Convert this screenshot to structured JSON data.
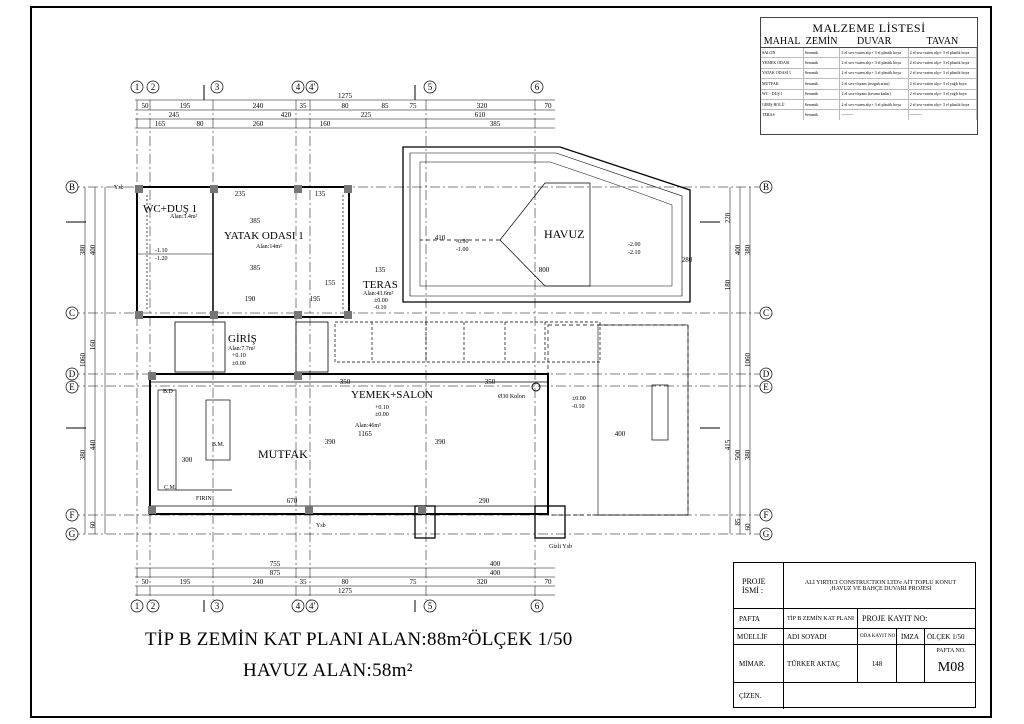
{
  "drawing": {
    "title_line1": "TİP B   ZEMİN KAT PLANI ALAN:88m²ÖLÇEK 1/50",
    "title_line2": "HAVUZ ALAN:58m²"
  },
  "materials": {
    "title": "MALZEME LİSTESİ",
    "headers": [
      "MAHAL",
      "ZEMİN",
      "DUVAR",
      "TAVAN"
    ],
    "rows": [
      {
        "mahal": "SALON",
        "zemin": "Seramik",
        "duvar": "2 el sıvı+saten alçı+ 3 el plastik boya",
        "tavan": "2 el sıvı+saten alçı+ 3 el plastik boya"
      },
      {
        "mahal": "YEMEK ODASI",
        "zemin": "Seramik",
        "duvar": "2 el sıvı+saten alçı+ 3 el plastik boya",
        "tavan": "2 el sıvı+saten alçı+ 3 el plastik boya"
      },
      {
        "mahal": "YATAK ODASI 1",
        "zemin": "Seramik",
        "duvar": "2 el sıvı+saten alçı+ 3 el plastik boya",
        "tavan": "2 el sıvı+saten alçı+ 3 el plastik boya"
      },
      {
        "mahal": "MUTFAK",
        "zemin": "Seramik",
        "duvar": "2 el sıvı+fayans (tezgah arası)",
        "tavan": "2 el sıvı+saten alçı+ 3 el yağlı boya"
      },
      {
        "mahal": "WC - DUŞ 1",
        "zemin": "Seramik",
        "duvar": "2 el sıvı+fayans (tavana kadar)",
        "tavan": "2 el sıvı+saten alçı+ 3 el yağlı boya"
      },
      {
        "mahal": "GİRİŞ HOLÜ",
        "zemin": "Seramik",
        "duvar": "2 el sıvı+saten alçı+ 3 el plastik boya",
        "tavan": "2 el sıvı+saten alçı+ 3 el plastik boya"
      },
      {
        "mahal": "TERAS",
        "zemin": "Seramik",
        "duvar": "---------",
        "tavan": "---------"
      }
    ]
  },
  "titleblock": {
    "proje_label": "PROJE İSMİ :",
    "proje_value": "ALİ YIRTICI CONSTRUCTION LTD'e AİT TOPLU KONUT ,HAVUZ VE BAHÇE DUVARI PROJESİ",
    "pafta_label": "PAFTA",
    "pafta_value": "TİP B ZEMİN KAT PLANI",
    "kayit_label": "PROJE KAYIT NO:",
    "muellif_label": "MÜELLİF",
    "adi_soyadi": "ADI SOYADI",
    "oda_kayit": "ODA KAYIT NO",
    "imza": "İMZA",
    "olcek": "ÖLÇEK 1/50",
    "mimar_label": "MİMAR.",
    "mimar_name": "TÜRKER AKTAÇ",
    "oda_no": "148",
    "pafta_no_label": "PAFTA NO.",
    "pafta_no": "M08",
    "cizen_label": "ÇİZEN."
  },
  "axes": {
    "columns": [
      "1",
      "2",
      "3",
      "4",
      "4'",
      "5",
      "6"
    ],
    "rows": [
      "B",
      "C",
      "D",
      "E",
      "F",
      "G"
    ]
  },
  "rooms": {
    "wc": {
      "name": "WC+DUŞ 1",
      "area": "Alan:3.4m²"
    },
    "yatak": {
      "name": "YATAK ODASI 1",
      "area": "Alan:14m²"
    },
    "havuz": {
      "name": "HAVUZ"
    },
    "teras": {
      "name": "TERAS",
      "area": "Alan:43.6m²",
      "lev1": "±0.00",
      "lev2": "-0.10"
    },
    "giris": {
      "name": "GİRİŞ",
      "area": "Alan:7.7m²",
      "lev1": "+0.10",
      "lev2": "±0.00"
    },
    "yemek": {
      "name": "YEMEK+SALON",
      "lev1": "+0.10",
      "lev2": "±0.00",
      "area": "Alan:46m²"
    },
    "mutfak": {
      "name": "MUTFAK"
    }
  },
  "notes": {
    "havuz_lev1": "-0.90",
    "havuz_lev2": "-1.00",
    "havuz_lev3": "-2.00",
    "havuz_lev4": "-2.10",
    "wc_lev1": "-1.10",
    "wc_lev2": "-1.20",
    "kolon": "Ø30 Kolon",
    "gizli": "Gizli Ysb",
    "right_lev1": "±0.00",
    "right_lev2": "-0.10",
    "ysb": "Ysb",
    "firin": "FIRIN",
    "bm": "B.M.",
    "cm": "Ç.M.",
    "bd": "B.D"
  },
  "dimensions": {
    "top_total": "1275",
    "top_row1": [
      "50",
      "195",
      "240",
      "35",
      "80",
      "85",
      "75",
      "320",
      "70"
    ],
    "top_row2": [
      "245",
      "420",
      "225",
      "610"
    ],
    "top_row3": [
      "165",
      "80",
      "260",
      "160",
      "385"
    ],
    "bottom_row1": [
      "755",
      "400"
    ],
    "bottom_row2": [
      "875",
      "400"
    ],
    "bottom_row3": [
      "50",
      "195",
      "240",
      "35",
      "80",
      "75",
      "320",
      "70"
    ],
    "bottom_total": "1275",
    "left": [
      "380",
      "400",
      "160",
      "1060",
      "380",
      "440",
      "60"
    ],
    "right": [
      "220",
      "400",
      "380",
      "180",
      "1060",
      "415",
      "500",
      "380",
      "85",
      "60"
    ],
    "inner": [
      "235",
      "135",
      "385",
      "385",
      "155",
      "135",
      "190",
      "195",
      "350",
      "350",
      "670",
      "290",
      "800",
      "410",
      "280",
      "400",
      "390",
      "390",
      "300",
      "1165"
    ]
  }
}
